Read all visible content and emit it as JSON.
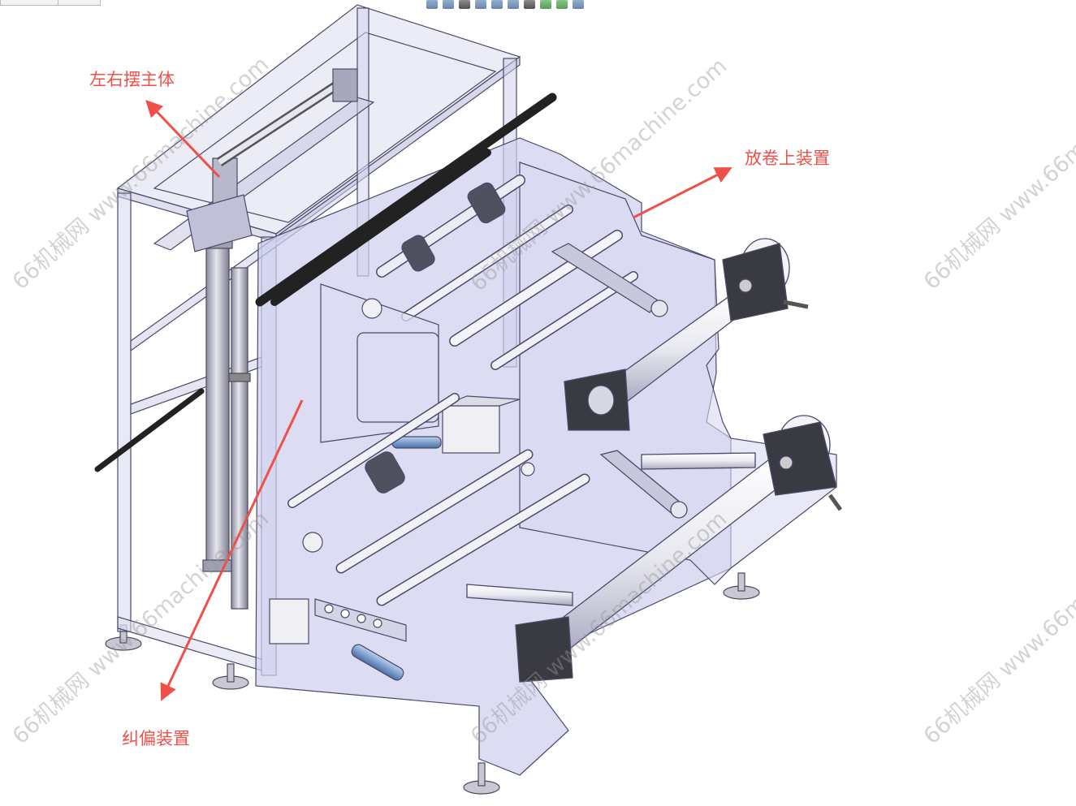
{
  "labels": {
    "swing_body": "左右摆主体",
    "unwind_device": "放卷上装置",
    "deviation_correction": "纠偏装置"
  },
  "watermark": {
    "text": "66机械网 www.66machine.com",
    "text_cut": "66机械网 www.66m"
  },
  "colors": {
    "callout": "#f0504a",
    "frame_line": "#4a4a6a",
    "panel_fill": "#d3d3ee",
    "roller_fill": "#f2f2f5"
  }
}
